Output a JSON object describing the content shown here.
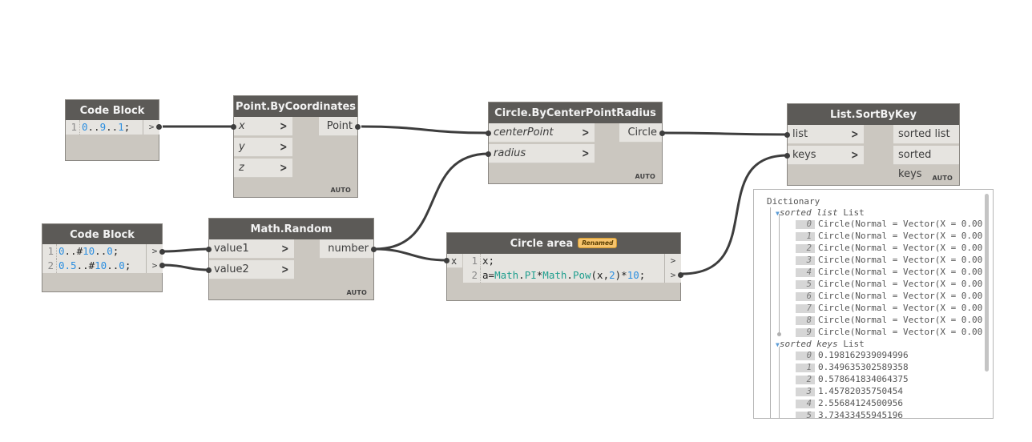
{
  "nodes": {
    "code_block_1": {
      "title": "Code Block",
      "lines": [
        {
          "n": "1",
          "parts": [
            {
              "t": "0",
              "c": "num"
            },
            {
              "t": "..",
              "c": "txt"
            },
            {
              "t": "9",
              "c": "num"
            },
            {
              "t": "..",
              "c": "txt"
            },
            {
              "t": "1",
              "c": "num"
            },
            {
              "t": ";",
              "c": "txt"
            }
          ]
        }
      ],
      "out_glyph": ">"
    },
    "code_block_2": {
      "title": "Code Block",
      "lines": [
        {
          "n": "1",
          "parts": [
            {
              "t": "0",
              "c": "num"
            },
            {
              "t": "..#",
              "c": "txt"
            },
            {
              "t": "10",
              "c": "num"
            },
            {
              "t": "..",
              "c": "txt"
            },
            {
              "t": "0",
              "c": "num"
            },
            {
              "t": ";",
              "c": "txt"
            }
          ]
        },
        {
          "n": "2",
          "parts": [
            {
              "t": "0.5",
              "c": "num"
            },
            {
              "t": "..#",
              "c": "txt"
            },
            {
              "t": "10",
              "c": "num"
            },
            {
              "t": "..",
              "c": "txt"
            },
            {
              "t": "0",
              "c": "num"
            },
            {
              "t": ";",
              "c": "txt"
            }
          ]
        }
      ],
      "out_glyph": ">"
    },
    "point_by_coordinates": {
      "title": "Point.ByCoordinates",
      "inputs": [
        "x",
        "y",
        "z"
      ],
      "outputs": [
        "Point"
      ],
      "lacing": "AUTO"
    },
    "math_random": {
      "title": "Math.Random",
      "inputs": [
        "value1",
        "value2"
      ],
      "outputs": [
        "number"
      ],
      "lacing": "AUTO"
    },
    "circle_by_center_point_radius": {
      "title": "Circle.ByCenterPointRadius",
      "inputs": [
        "centerPoint",
        "radius"
      ],
      "outputs": [
        "Circle"
      ],
      "lacing": "AUTO"
    },
    "circle_area": {
      "title": "Circle area",
      "badge": "Renamed",
      "input": "x",
      "lines": [
        {
          "n": "1",
          "parts": [
            {
              "t": "x;",
              "c": "txt"
            }
          ]
        },
        {
          "n": "2",
          "parts": [
            {
              "t": "a=",
              "c": "txt"
            },
            {
              "t": "Math",
              "c": "kw"
            },
            {
              "t": ".",
              "c": "txt"
            },
            {
              "t": "PI",
              "c": "kw"
            },
            {
              "t": "*",
              "c": "txt"
            },
            {
              "t": "Math",
              "c": "kw"
            },
            {
              "t": ".",
              "c": "txt"
            },
            {
              "t": "Pow",
              "c": "kw"
            },
            {
              "t": "(x,",
              "c": "txt"
            },
            {
              "t": "2",
              "c": "num"
            },
            {
              "t": ")*",
              "c": "txt"
            },
            {
              "t": "10",
              "c": "num"
            },
            {
              "t": ";",
              "c": "txt"
            }
          ]
        }
      ],
      "out_glyph": ">"
    },
    "list_sort_by_key": {
      "title": "List.SortByKey",
      "inputs": [
        "list",
        "keys"
      ],
      "outputs": [
        "sorted list",
        "sorted keys"
      ],
      "lacing": "AUTO"
    }
  },
  "watch": {
    "root_label": "Dictionary",
    "sections": [
      {
        "key": "sorted list",
        "type": "List",
        "items": [
          {
            "i": "0",
            "v": "Circle(Normal = Vector(X = 0.00"
          },
          {
            "i": "1",
            "v": "Circle(Normal = Vector(X = 0.00"
          },
          {
            "i": "2",
            "v": "Circle(Normal = Vector(X = 0.00"
          },
          {
            "i": "3",
            "v": "Circle(Normal = Vector(X = 0.00"
          },
          {
            "i": "4",
            "v": "Circle(Normal = Vector(X = 0.00"
          },
          {
            "i": "5",
            "v": "Circle(Normal = Vector(X = 0.00"
          },
          {
            "i": "6",
            "v": "Circle(Normal = Vector(X = 0.00"
          },
          {
            "i": "7",
            "v": "Circle(Normal = Vector(X = 0.00"
          },
          {
            "i": "8",
            "v": "Circle(Normal = Vector(X = 0.00"
          },
          {
            "i": "9",
            "v": "Circle(Normal = Vector(X = 0.00"
          }
        ]
      },
      {
        "key": "sorted keys",
        "type": "List",
        "items": [
          {
            "i": "0",
            "v": "0.198162939094996"
          },
          {
            "i": "1",
            "v": "0.349635302589358"
          },
          {
            "i": "2",
            "v": "0.578641834064375"
          },
          {
            "i": "3",
            "v": "1.45782035750454"
          },
          {
            "i": "4",
            "v": "2.55684124500956"
          },
          {
            "i": "5",
            "v": "3.73433455945196"
          }
        ]
      }
    ]
  },
  "colors": {
    "node_header": "#5c5a57",
    "node_body": "#cbc7c0",
    "port_bg": "#e6e4e0",
    "wire": "#3d3d3d",
    "number": "#2b8ee0",
    "keyword": "#1f9e8e",
    "badge": "#f7c46c"
  }
}
